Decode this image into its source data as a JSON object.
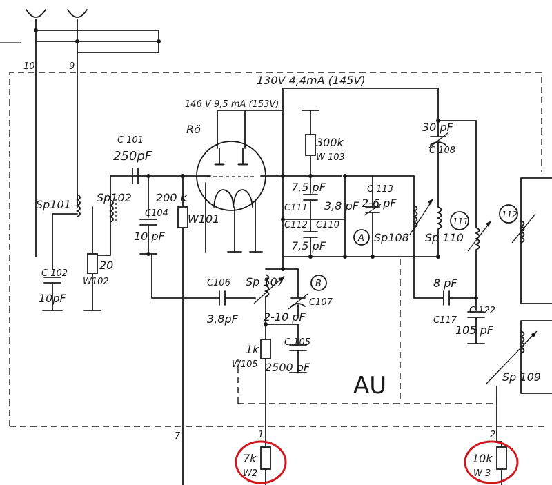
{
  "labels": {
    "supply_top": "130V  4,4mA (145V)",
    "supply_tube": "146 V 9,5 mA (153V)",
    "tube": "Rö",
    "assembly": "AU",
    "circle_a": "A",
    "circle_b": "B",
    "circle_111": "111",
    "circle_112": "112",
    "pin_10": "10",
    "pin_9": "9",
    "pin_7": "7",
    "pin_1": "1",
    "pin_2": "2"
  },
  "components": {
    "c101_name": "C 101",
    "c101_value": "250pF",
    "c102_name": "C 102",
    "c102_value": "10pF",
    "c104_name": "C104",
    "c104_value": "10 pF",
    "c105_name": "C 105",
    "c105_value": "2500 pF",
    "c106_name": "C106",
    "c106_value": "3,8pF",
    "c107_name": "C107",
    "c107_value": "2-10 pF",
    "c108_name": "C 108",
    "c108_value": "30 pF",
    "c110_name": "C110",
    "c110_value": "3,8 pF",
    "c111_name": "C111",
    "c111_value": "7,5 pF",
    "c112_name": "C112",
    "c112_value": "7,5 pF",
    "c113_name": "C 113",
    "c113_value": "2-6 pF",
    "c117_name": "C117",
    "c117_value": "8 pF",
    "c122_name": "C 122",
    "c122_value": "105 pF",
    "w101_name": "W101",
    "w101_value": "200 k",
    "w102_name": "W102",
    "w102_value": "20",
    "w103_name": "W 103",
    "w103_value": "300k",
    "w105_name": "W105",
    "w105_value": "1k",
    "w2_name": "W2",
    "w2_value": "7k",
    "w3_name": "W 3",
    "w3_value": "10k",
    "sp101": "Sp101",
    "sp102": "Sp102",
    "sp107": "Sp 107",
    "sp108": "Sp108",
    "sp109": "Sp 109",
    "sp110": "Sp 110"
  },
  "colors": {
    "ink": "#1a1a1a",
    "paper": "#ffffff",
    "highlight": "#d01820"
  }
}
